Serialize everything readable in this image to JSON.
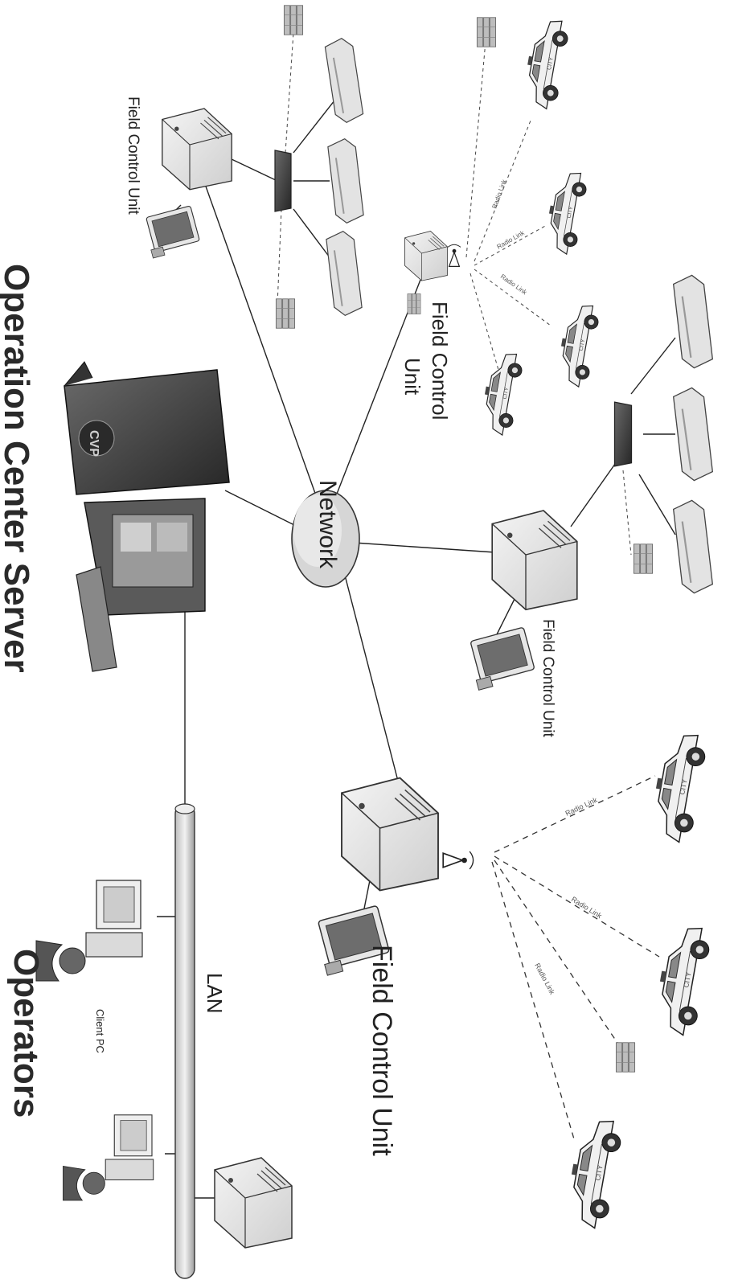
{
  "labels": {
    "operation_center_server": "Operation Center Server",
    "operators": "Operators",
    "network": "Network",
    "lan": "LAN",
    "client_pc": "Client PC",
    "field_control_unit": "Field Control Unit",
    "field_control_unit_line1": "Field Control",
    "field_control_unit_line2": "Unit",
    "radio_link": "Radio Link",
    "server_badge": "CVP"
  },
  "icons": {
    "server": "server-tower-icon",
    "field_unit": "field-control-unit-icon",
    "monitor": "monitor-icon",
    "vehicle": "police-car-icon",
    "antenna": "antenna-icon",
    "switch": "network-switch-icon",
    "sign": "roadside-sign-icon",
    "network": "network-cloud-icon"
  }
}
